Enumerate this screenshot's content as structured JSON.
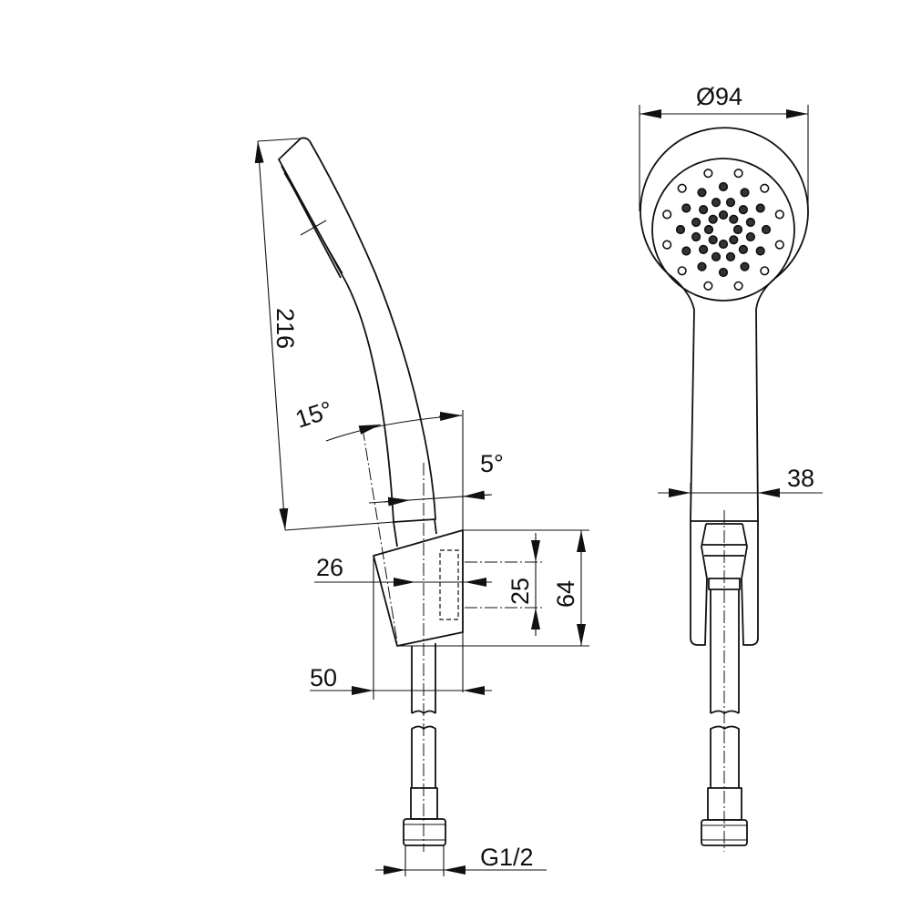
{
  "diagram": {
    "title": "Hand shower with holder – dimension drawing",
    "dimensions": {
      "length": "216",
      "tilt_angle": "15°",
      "offset_angle": "5°",
      "holder_depth": "26",
      "slot_height": "25",
      "holder_height": "64",
      "holder_projection": "50",
      "head_diameter": "Ø94",
      "handle_width": "38",
      "thread": "G1/2"
    },
    "colors": {
      "line": "#111111",
      "background": "#ffffff"
    }
  }
}
